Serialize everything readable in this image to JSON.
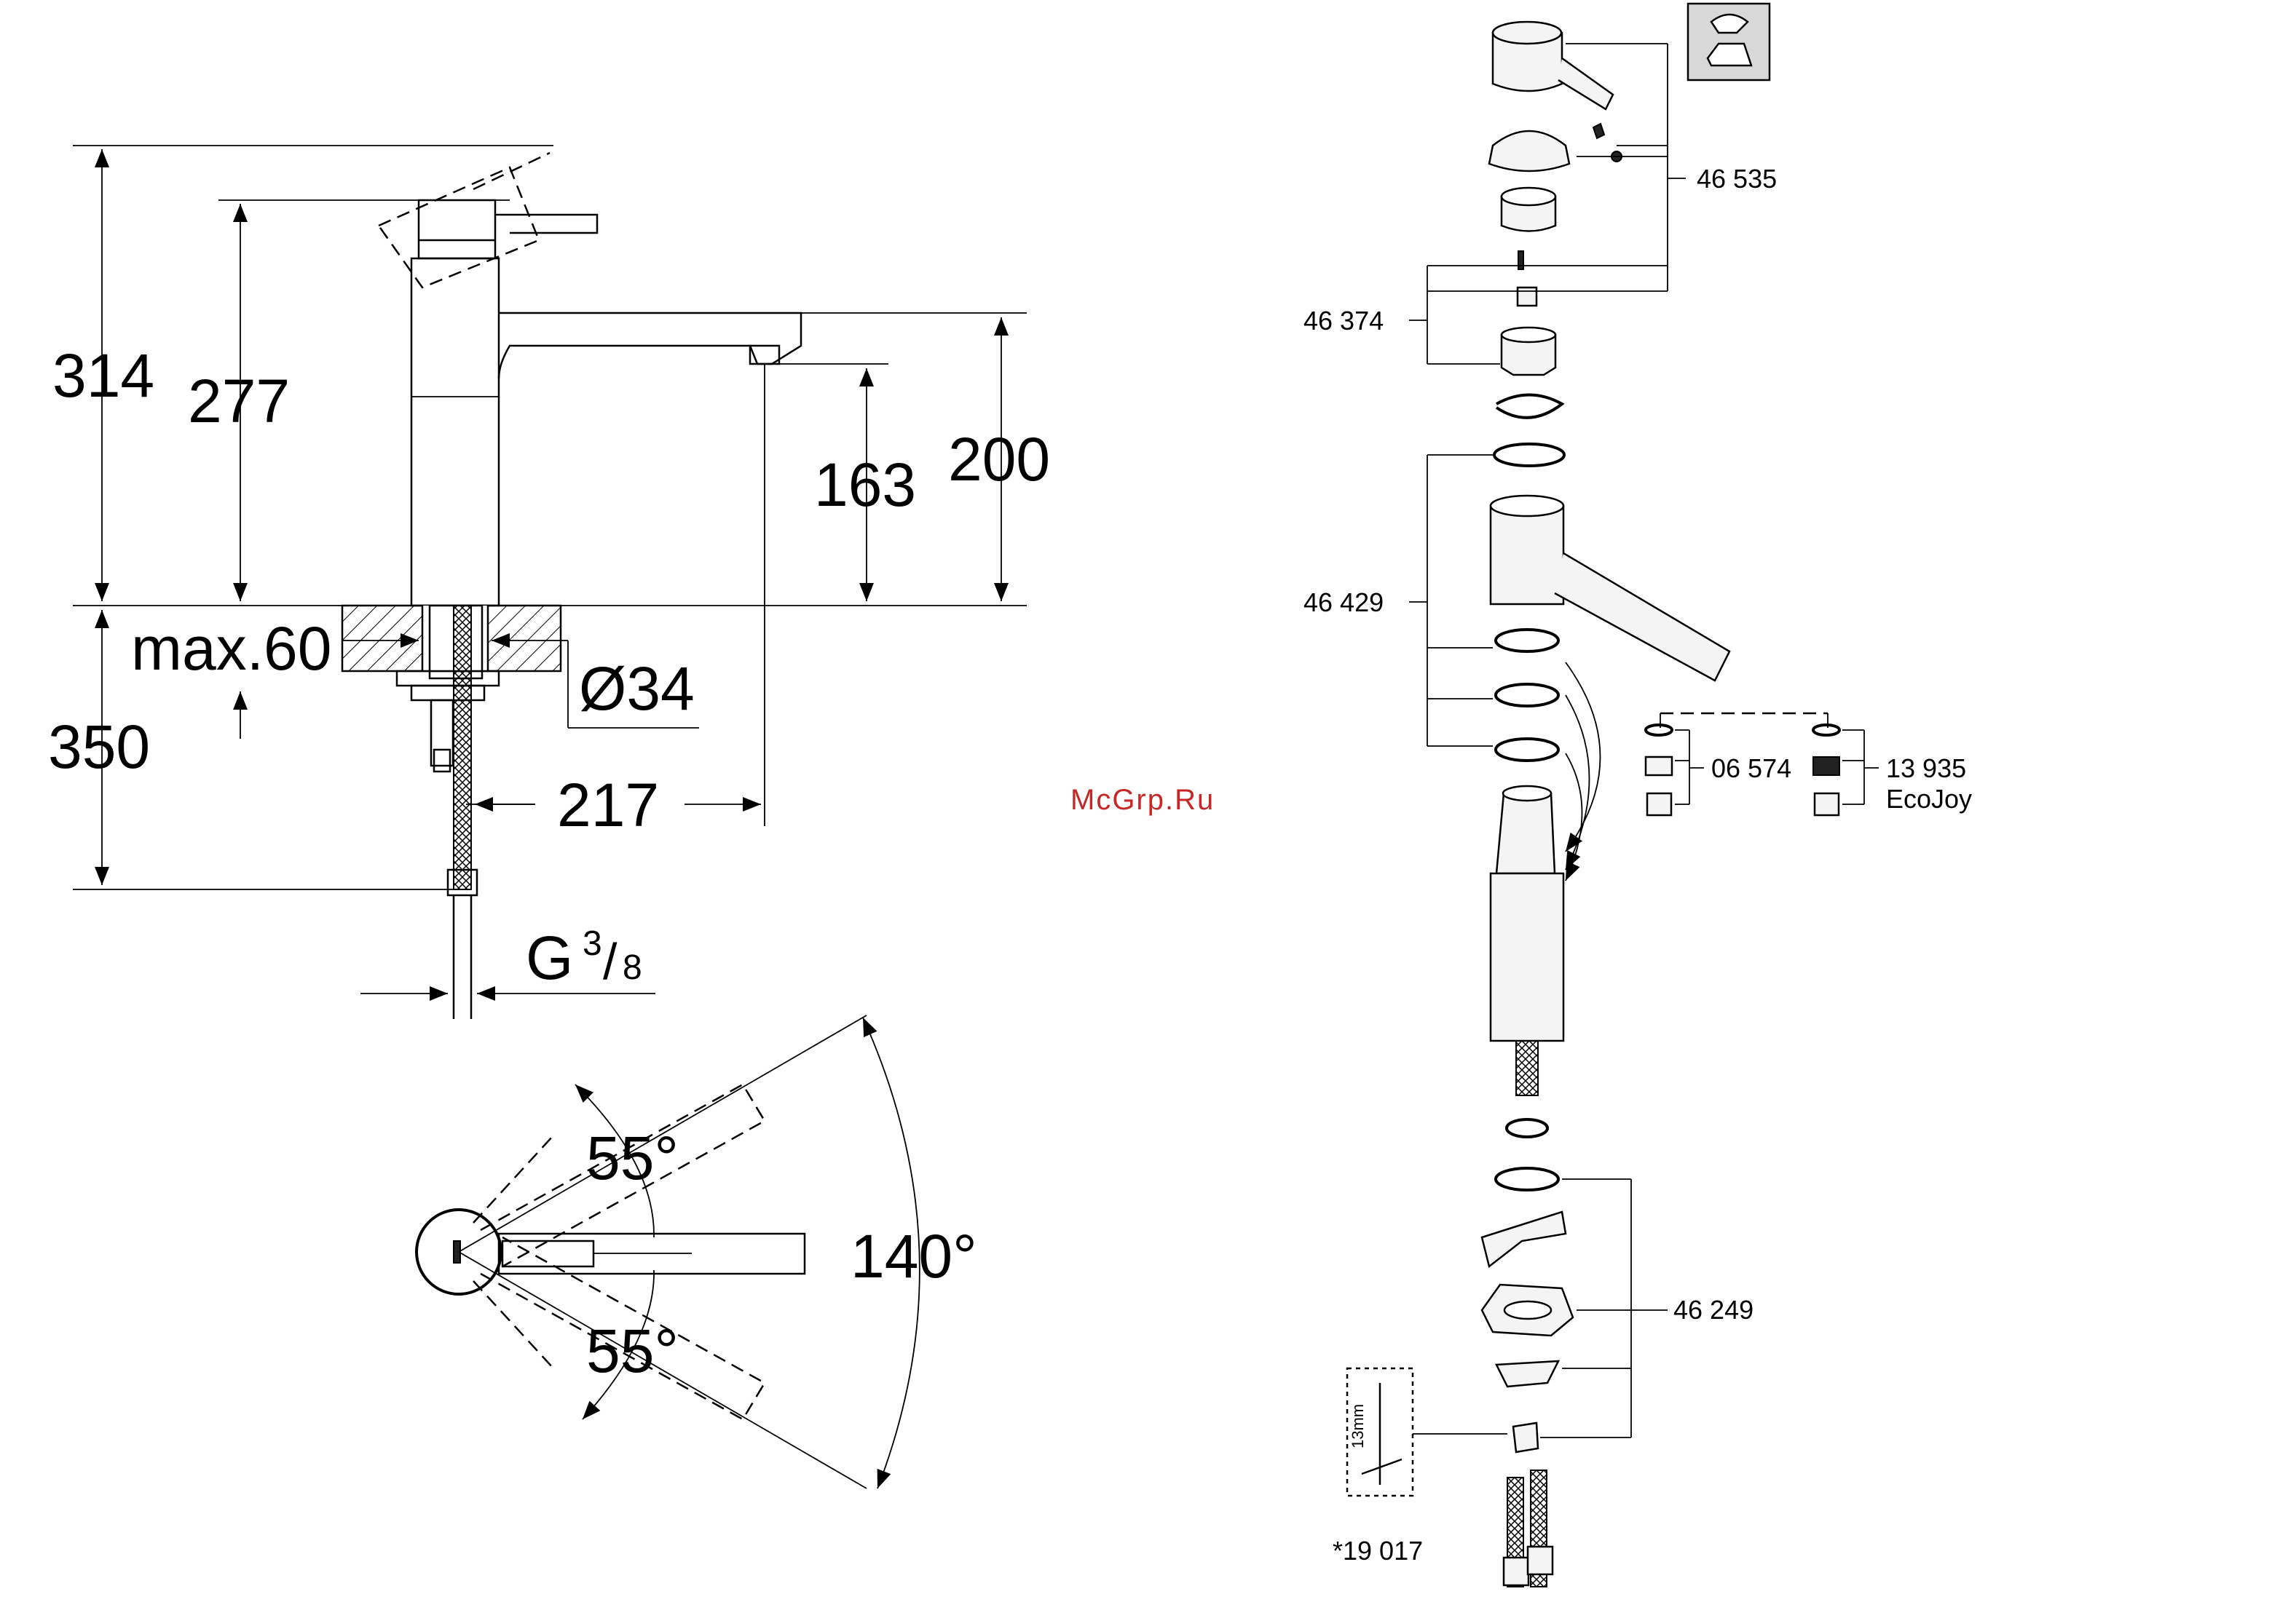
{
  "dimensions": {
    "total_height": "314",
    "lever_height": "277",
    "spout_height": "200",
    "outlet_height": "163",
    "deck_thickness": "max.60",
    "hole_diameter": "Ø34",
    "below_deck": "350",
    "reach": "217",
    "thread": {
      "base": "G",
      "numerator": "3",
      "slash": "/",
      "denominator": "8"
    }
  },
  "angles": {
    "up": "55°",
    "down": "55°",
    "total": "140°"
  },
  "parts": {
    "lever_set": "46 535",
    "cartridge_set": "46 374",
    "spout_seal_set": "46 429",
    "aerator": "06 574",
    "ecojoy_aerator": "13 935",
    "ecojoy_label": "EcoJoy",
    "mounting_set": "46 249",
    "tool": "*19 017",
    "tool_size": "13mm"
  },
  "watermark": "McGrp.Ru"
}
